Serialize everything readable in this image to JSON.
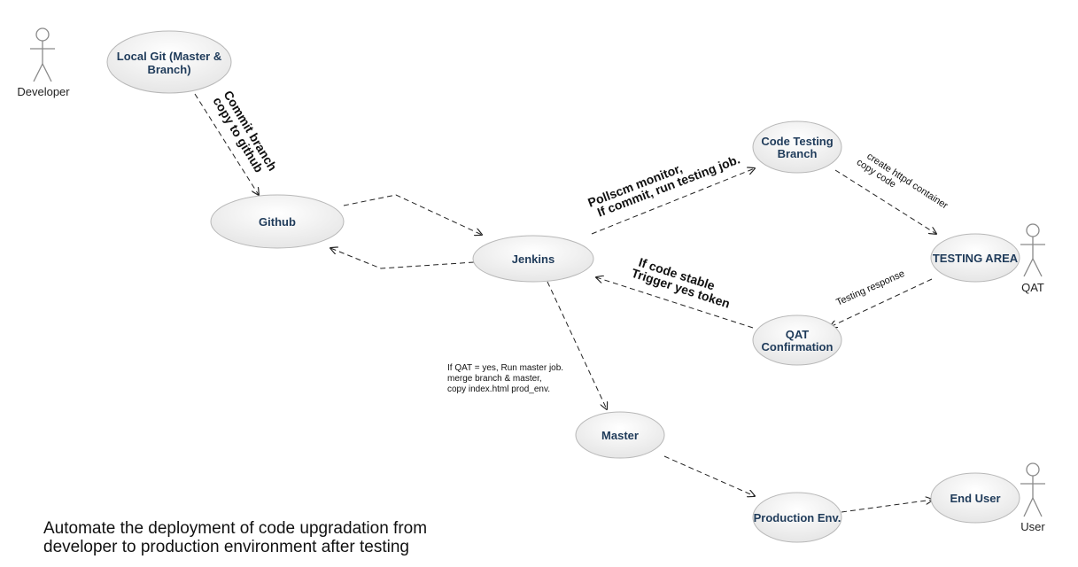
{
  "actors": {
    "developer": "Developer",
    "qat": "QAT",
    "user": "User"
  },
  "nodes": {
    "local_git": [
      "Local Git (Master &",
      "Branch)"
    ],
    "github": "Github",
    "jenkins": "Jenkins",
    "code_testing": [
      "Code Testing",
      "Branch"
    ],
    "testing_area": "TESTING AREA",
    "qat_confirmation": [
      "QAT",
      "Confirmation"
    ],
    "master": "Master",
    "production": "Production Env.",
    "end_user": "End User"
  },
  "edges": {
    "commit": [
      "Commit branch",
      "copy to github"
    ],
    "pollscm": [
      "Pollscm monitor,",
      "If commit, run testing job."
    ],
    "httpd": [
      "create httpd container",
      "copy code"
    ],
    "testing_response": "Testing response",
    "code_stable": [
      "If code stable",
      "Trigger yes token"
    ],
    "master_job": [
      "If QAT = yes, Run master job.",
      "merge branch & master,",
      "copy index.html prod_env."
    ]
  },
  "caption": [
    "Automate the deployment of code upgradation from",
    "developer to production environment after testing"
  ]
}
